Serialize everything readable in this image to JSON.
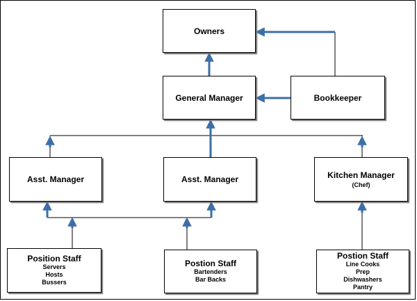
{
  "colors": {
    "arrow": "#3c6ea8",
    "line": "#000000"
  },
  "owners": {
    "title": "Owners"
  },
  "general_manager": {
    "title": "General Manager"
  },
  "bookkeeper": {
    "title": "Bookkeeper"
  },
  "asst_manager_1": {
    "title": "Asst. Manager"
  },
  "asst_manager_2": {
    "title": "Asst. Manager"
  },
  "kitchen_manager": {
    "title": "Kitchen Manager",
    "subtitle": "(Chef)"
  },
  "position_staff_front": {
    "title": "Position Staff",
    "items": [
      "Servers",
      "Hosts",
      "Bussers"
    ]
  },
  "position_staff_bar": {
    "title": "Postion Staff",
    "items": [
      "Bartenders",
      "Bar Backs"
    ]
  },
  "position_staff_kitchen": {
    "title": "Postion Staff",
    "items": [
      "Line Cooks",
      "Prep",
      "Dishwashers",
      "Pantry"
    ]
  }
}
